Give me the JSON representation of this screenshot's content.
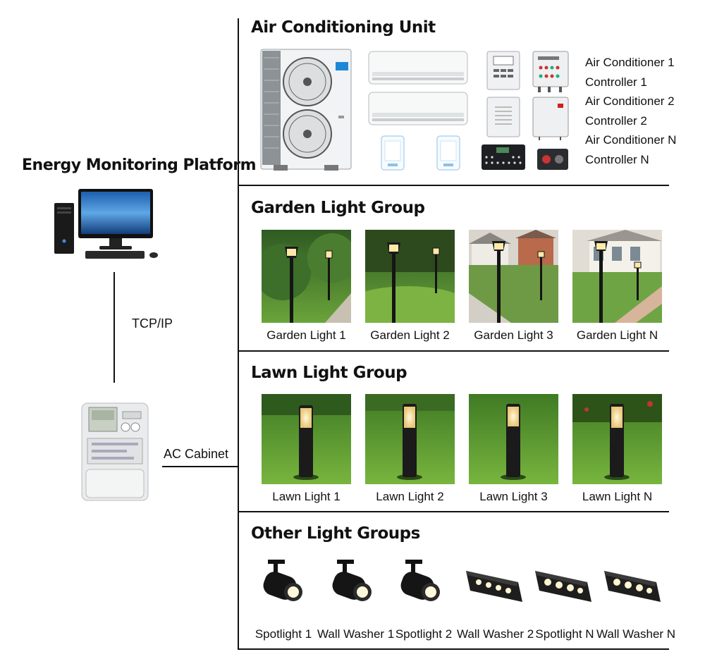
{
  "platform": {
    "title": "Energy Monitoring Platform",
    "link_label": "TCP/IP"
  },
  "cabinet": {
    "label": "AC Cabinet"
  },
  "sections": {
    "air_conditioning": {
      "title": "Air Conditioning Unit",
      "devices": [
        "Air Conditioner 1",
        "Controller 1",
        "Air Conditioner 2",
        "Controller 2",
        "Air Conditioner N",
        "Controller N"
      ]
    },
    "garden": {
      "title": "Garden Light Group",
      "items": [
        "Garden Light 1",
        "Garden Light 2",
        "Garden Light 3",
        "Garden Light N"
      ]
    },
    "lawn": {
      "title": "Lawn Light Group",
      "items": [
        "Lawn Light 1",
        "Lawn Light 2",
        "Lawn Light 3",
        "Lawn Light N"
      ]
    },
    "other": {
      "title": "Other Light Groups",
      "items": [
        "Spotlight 1",
        "Wall Washer 1",
        "Spotlight 2",
        "Wall Washer 2",
        "Spotlight N",
        "Wall Washer N"
      ]
    }
  }
}
